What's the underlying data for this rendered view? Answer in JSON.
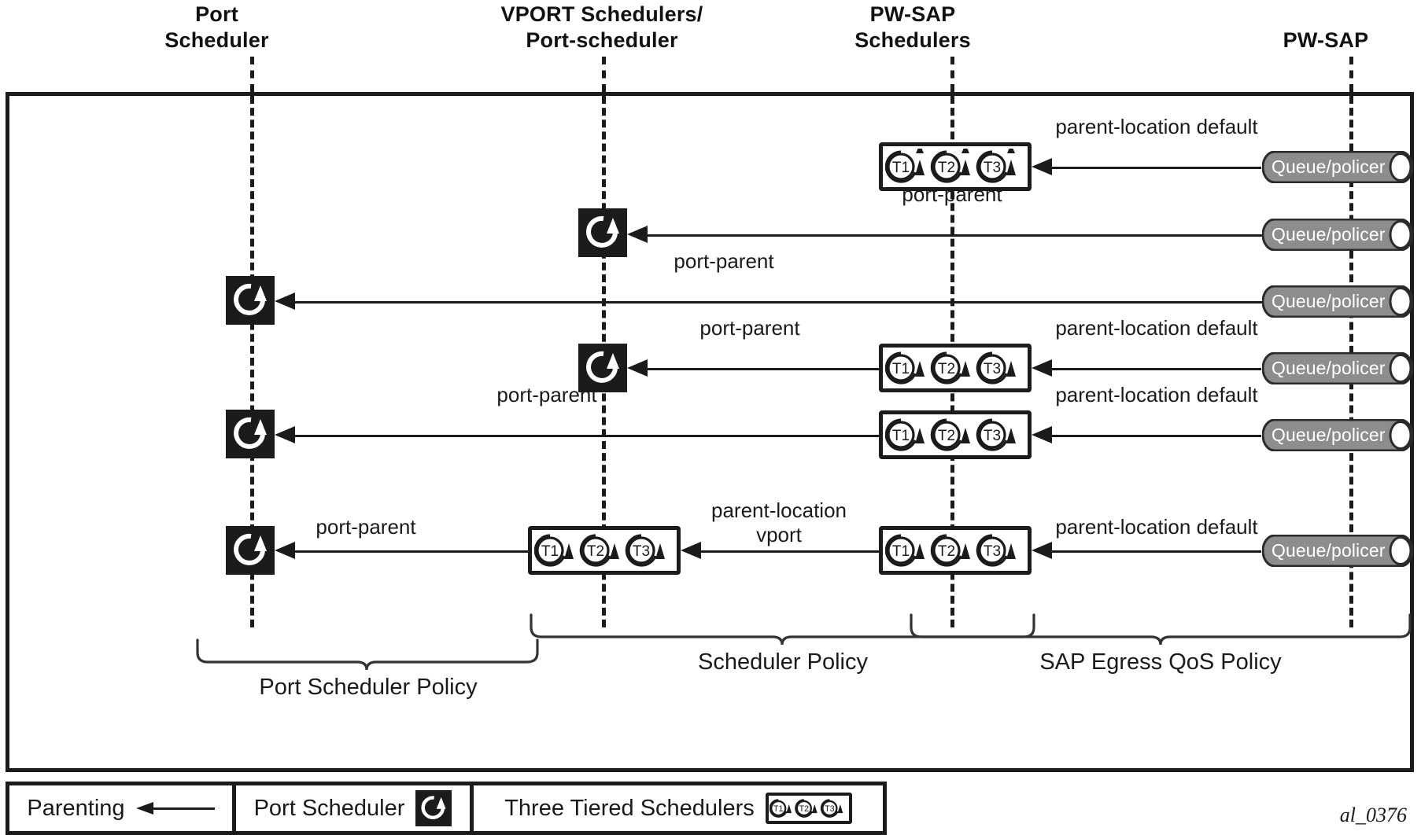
{
  "figure": {
    "id_label": "al_0376",
    "columns": [
      {
        "key": "port-scheduler",
        "line1": "Port",
        "line2": "Scheduler"
      },
      {
        "key": "vport-scheduler",
        "line1": "VPORT Schedulers/",
        "line2": "Port-scheduler"
      },
      {
        "key": "pw-sap-scheduler",
        "line1": "PW-SAP",
        "line2": "Schedulers"
      },
      {
        "key": "pw-sap",
        "line1": "PW-SAP",
        "line2": ""
      }
    ]
  },
  "rows": [
    {
      "index": 1,
      "edge_label": "parent-location default",
      "target": "pw-sap-scheduler",
      "has_tier_box_pwsap": true,
      "has_tier_box_vport": false,
      "has_port_scheduler": false,
      "queue_label": "Queue/policer"
    },
    {
      "index": 2,
      "edge_label": "port-parent",
      "target": "vport-scheduler",
      "has_tier_box_pwsap": false,
      "has_tier_box_vport": false,
      "has_port_scheduler": true,
      "queue_label": "Queue/policer"
    },
    {
      "index": 3,
      "edge_label": "port-parent",
      "target": "port-scheduler",
      "has_tier_box_pwsap": false,
      "has_tier_box_vport": false,
      "has_port_scheduler": true,
      "queue_label": "Queue/policer"
    },
    {
      "index": 4,
      "edge_label_right": "parent-location default",
      "edge_label_left": "port-parent",
      "target": "vport-scheduler",
      "has_tier_box_pwsap": true,
      "has_tier_box_vport": false,
      "has_port_scheduler": true,
      "queue_label": "Queue/policer"
    },
    {
      "index": 5,
      "edge_label_right": "parent-location default",
      "edge_label_left": "port-parent",
      "target": "port-scheduler",
      "has_tier_box_pwsap": true,
      "has_tier_box_vport": false,
      "has_port_scheduler": true,
      "queue_label": "Queue/policer"
    },
    {
      "index": 6,
      "edge_label_right": "parent-location default",
      "edge_label_mid_line1": "parent-location",
      "edge_label_mid_line2": "vport",
      "edge_label_left": "port-parent",
      "target": "port-scheduler",
      "has_tier_box_pwsap": true,
      "has_tier_box_vport": true,
      "has_port_scheduler": true,
      "queue_label": "Queue/policer"
    }
  ],
  "edge_labels": {
    "r1": "parent-location default",
    "r2": "port-parent",
    "r3": "port-parent",
    "r4_left": "port-parent",
    "r4_right": "parent-location default",
    "r5_left": "port-parent",
    "r5_right": "parent-location default",
    "r6_left": "port-parent",
    "r6_mid_l1": "parent-location",
    "r6_mid_l2": "vport",
    "r6_right": "parent-location default"
  },
  "queues": {
    "q1": "Queue/policer",
    "q2": "Queue/policer",
    "q3": "Queue/policer",
    "q4": "Queue/policer",
    "q5": "Queue/policer",
    "q6": "Queue/policer"
  },
  "tier_labels": {
    "t1": "T1",
    "t2": "T2",
    "t3": "T3"
  },
  "braces": [
    {
      "key": "port-scheduler-policy",
      "label": "Port Scheduler Policy"
    },
    {
      "key": "scheduler-policy",
      "label": "Scheduler Policy"
    },
    {
      "key": "sap-egress-qos-policy",
      "label": "SAP Egress QoS Policy"
    }
  ],
  "brace_labels": {
    "port_scheduler_policy": "Port Scheduler Policy",
    "scheduler_policy": "Scheduler Policy",
    "sap_egress_qos_policy": "SAP Egress QoS Policy"
  },
  "legend": {
    "items": [
      {
        "key": "parenting",
        "label": "Parenting",
        "icon": "left-arrow-icon"
      },
      {
        "key": "port-scheduler",
        "label": "Port Scheduler",
        "icon": "port-scheduler-icon"
      },
      {
        "key": "three-tiered-schedulers",
        "label": "Three Tiered Schedulers",
        "icon": "three-tier-scheduler-icon"
      }
    ],
    "parenting_label": "Parenting",
    "port_scheduler_label": "Port Scheduler",
    "three_tiered_label": "Three Tiered Schedulers"
  },
  "colors": {
    "ink": "#1b1b1b",
    "queue_fill": "#8d8d8d",
    "queue_stroke": "#2b2b2b",
    "paper": "#ffffff"
  }
}
